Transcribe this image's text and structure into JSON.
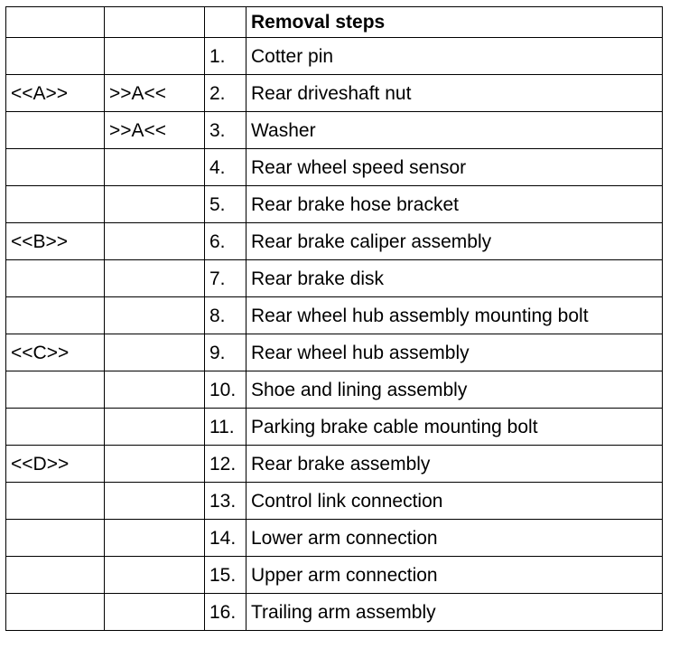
{
  "header": {
    "col1": "",
    "col2": "",
    "col3": "",
    "title": "Removal steps"
  },
  "rows": [
    {
      "c1": "",
      "c2": "",
      "num": "1.",
      "step": "Cotter pin"
    },
    {
      "c1": "<<A>>",
      "c2": ">>A<<",
      "num": "2.",
      "step": "Rear driveshaft nut"
    },
    {
      "c1": "",
      "c2": ">>A<<",
      "num": "3.",
      "step": "Washer"
    },
    {
      "c1": "",
      "c2": "",
      "num": "4.",
      "step": "Rear wheel speed sensor"
    },
    {
      "c1": "",
      "c2": "",
      "num": "5.",
      "step": "Rear brake hose bracket"
    },
    {
      "c1": "<<B>>",
      "c2": "",
      "num": "6.",
      "step": "Rear brake caliper assembly"
    },
    {
      "c1": "",
      "c2": "",
      "num": "7.",
      "step": "Rear brake disk"
    },
    {
      "c1": "",
      "c2": "",
      "num": "8.",
      "step": "Rear wheel hub assembly mounting bolt"
    },
    {
      "c1": "<<C>>",
      "c2": "",
      "num": "9.",
      "step": "Rear wheel hub assembly"
    },
    {
      "c1": "",
      "c2": "",
      "num": "10.",
      "step": "Shoe and lining assembly"
    },
    {
      "c1": "",
      "c2": "",
      "num": "11.",
      "step": "Parking brake cable mounting bolt"
    },
    {
      "c1": "<<D>>",
      "c2": "",
      "num": "12.",
      "step": "Rear brake assembly"
    },
    {
      "c1": "",
      "c2": "",
      "num": "13.",
      "step": "Control link connection"
    },
    {
      "c1": "",
      "c2": "",
      "num": "14.",
      "step": "Lower arm connection"
    },
    {
      "c1": "",
      "c2": "",
      "num": "15.",
      "step": "Upper arm connection"
    },
    {
      "c1": "",
      "c2": "",
      "num": "16.",
      "step": "Trailing arm assembly"
    }
  ]
}
